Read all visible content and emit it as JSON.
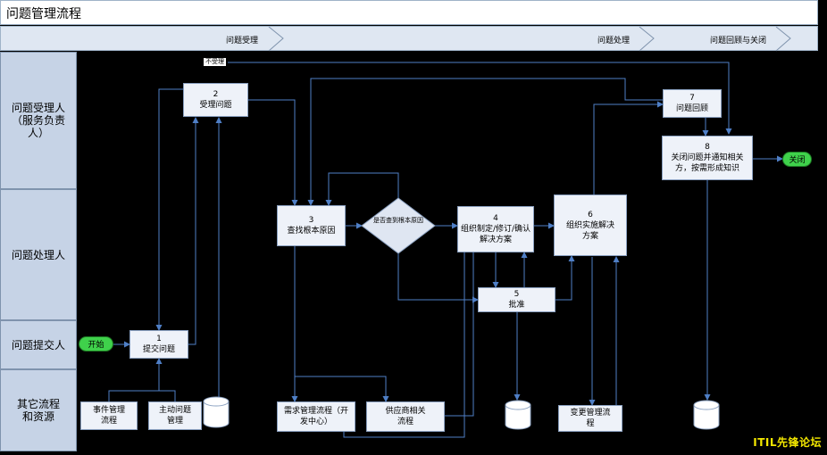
{
  "title": "问题管理流程",
  "phases": [
    "问题受理",
    "问题处理",
    "问题回顾与关闭"
  ],
  "lanes": [
    "问题受理人（服务负责人）",
    "问题处理人",
    "问题提交人",
    "其它流程和资源"
  ],
  "steps": {
    "s1": {
      "num": "1",
      "label": "提交问题"
    },
    "s2": {
      "num": "2",
      "label": "受理问题"
    },
    "s3": {
      "num": "3",
      "label": "查找根本原因"
    },
    "s4": {
      "num": "4",
      "label": "组织制定/修订/确认解决方案"
    },
    "s5": {
      "num": "5",
      "label": "批准"
    },
    "s6": {
      "num": "6",
      "label": "组织实施解决方案"
    },
    "s7": {
      "num": "7",
      "label": "问题回顾"
    },
    "s8": {
      "num": "8",
      "label": "关闭问题并通知相关方，按需形成知识"
    }
  },
  "decision": {
    "label": "是否查到根本原因"
  },
  "start_label": "开始",
  "end_label": "关闭",
  "reject_label": "不受理",
  "other": {
    "incident": "事件管理流程",
    "proactive": "主动问题管理",
    "demand": "需求管理流程（开发中心）",
    "vendor": "供应商相关流程",
    "change": "变更管理流程"
  },
  "brand": "ITIL先锋论坛"
}
